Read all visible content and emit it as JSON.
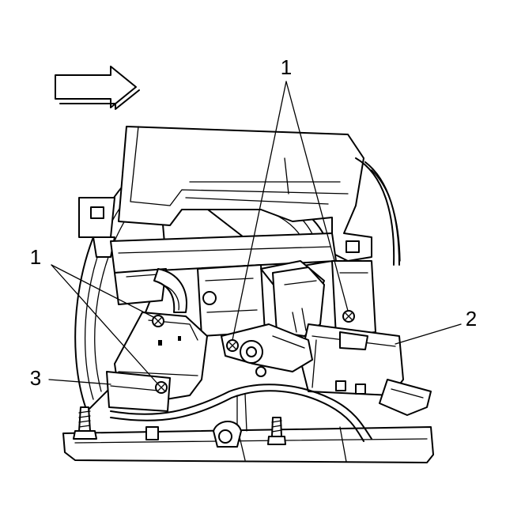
{
  "callouts": {
    "top": "1",
    "left": "1",
    "right": "2",
    "bottom_left": "3"
  },
  "icons": [
    "direction-arrow-icon",
    "screw-icon",
    "bolt-icon"
  ]
}
